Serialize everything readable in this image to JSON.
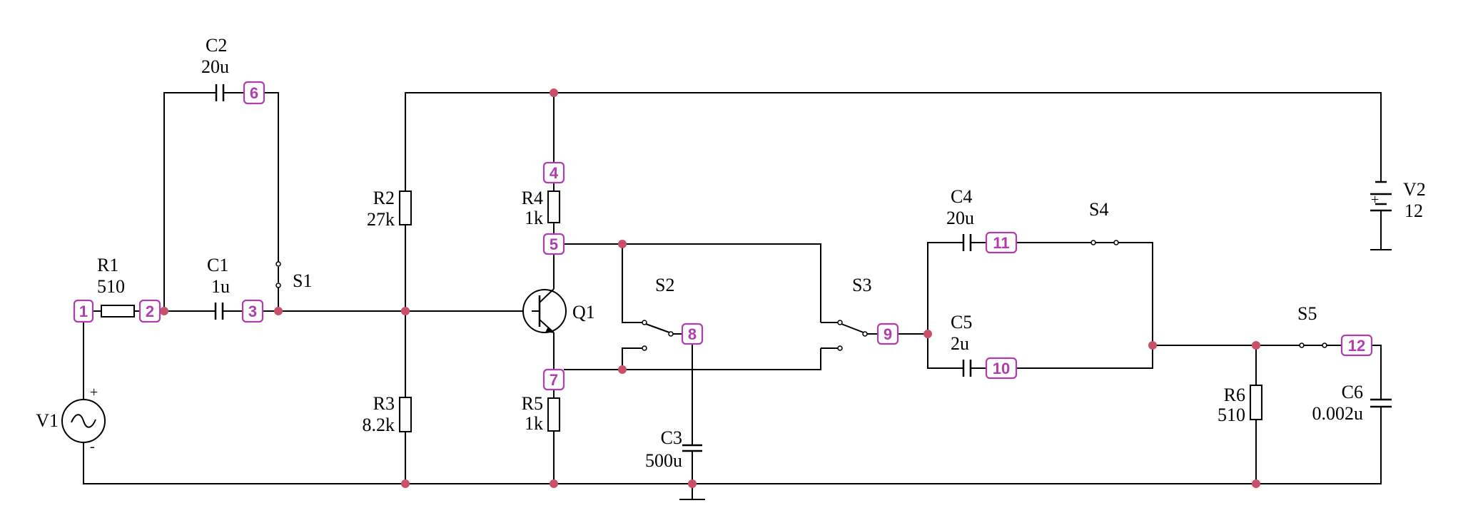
{
  "components": {
    "R1": {
      "name": "R1",
      "value": "510"
    },
    "R2": {
      "name": "R2",
      "value": "27k"
    },
    "R3": {
      "name": "R3",
      "value": "8.2k"
    },
    "R4": {
      "name": "R4",
      "value": "1k"
    },
    "R5": {
      "name": "R5",
      "value": "1k"
    },
    "R6": {
      "name": "R6",
      "value": "510"
    },
    "C1": {
      "name": "C1",
      "value": "1u"
    },
    "C2": {
      "name": "C2",
      "value": "20u"
    },
    "C3": {
      "name": "C3",
      "value": "500u"
    },
    "C4": {
      "name": "C4",
      "value": "20u"
    },
    "C5": {
      "name": "C5",
      "value": "2u"
    },
    "C6": {
      "name": "C6",
      "value": "0.002u"
    },
    "V1": {
      "name": "V1",
      "plus": "+",
      "minus": "-"
    },
    "V2": {
      "name": "V2",
      "value": "12",
      "plus": "+"
    },
    "Q1": {
      "name": "Q1"
    },
    "S1": {
      "name": "S1"
    },
    "S2": {
      "name": "S2"
    },
    "S3": {
      "name": "S3"
    },
    "S4": {
      "name": "S4"
    },
    "S5": {
      "name": "S5"
    }
  },
  "nodes": [
    "1",
    "2",
    "3",
    "4",
    "5",
    "6",
    "7",
    "8",
    "9",
    "10",
    "11",
    "12"
  ],
  "colors": {
    "wire": "#000000",
    "junction": "#c9506a",
    "node_label": "#b03cb0"
  }
}
